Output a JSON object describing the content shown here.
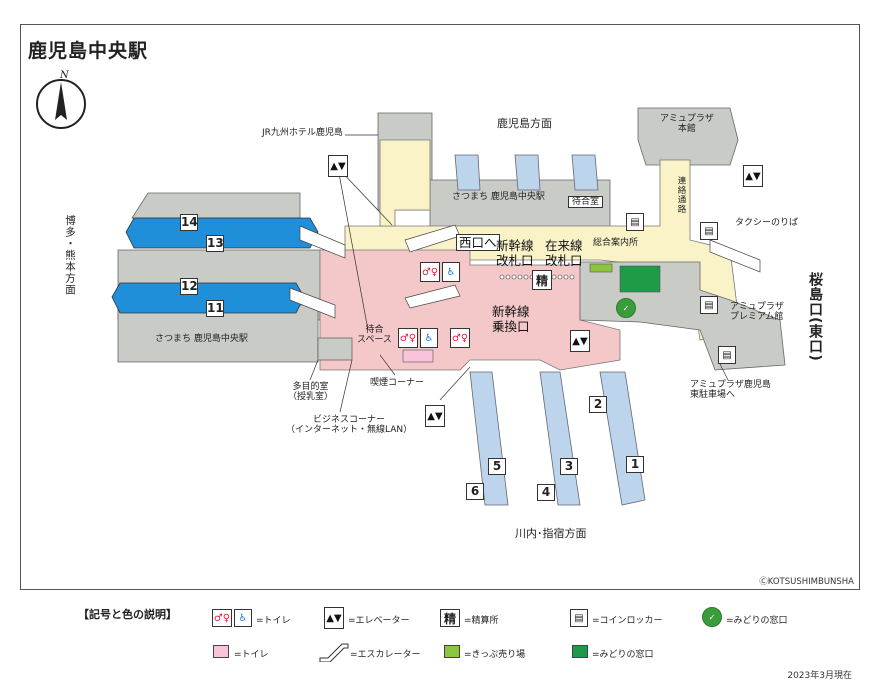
{
  "map": {
    "title": "鹿児島中央駅",
    "north_label": "N",
    "directions": {
      "kagoshima": "鹿児島方面",
      "sendai": "川内･指宿方面",
      "hakata": "博多・熊本方面",
      "sakurajima": "桜島口(東口)"
    },
    "platforms": [
      "14",
      "13",
      "12",
      "11",
      "1",
      "2",
      "3",
      "4",
      "5",
      "6"
    ],
    "gates": {
      "nishiguchi": "西口へ",
      "shinkansen_gate": "新幹線\n改札口",
      "zairaisen_gate": "在来線\n改札口",
      "shinkansen_transfer": "新幹線\n乗換口"
    },
    "facilities": {
      "hotel": "JR九州ホテル鹿児島",
      "amu_honkan": "アミュプラザ\n本館",
      "satsumachi_top": "さつまち 鹿児島中央駅",
      "satsumachi_left": "さつまち 鹿児島中央駅",
      "waiting_room": "待合室",
      "info_center": "総合案内所",
      "taxi": "タクシーのりば",
      "renraku": "連絡通路",
      "amu_premium": "アミュプラザ\nプレミアム館",
      "amu_parking": "アミュプラザ鹿児島\n東駐車場へ",
      "machiai_space": "待合\nスペース",
      "smoking": "喫煙コーナー",
      "multipurpose": "多目的室\n（授乳室）",
      "business": "ビジネスコーナー\n（インターネット・無線LAN）"
    },
    "copyright": "ⒸKOTSUSHIMBUNSHA",
    "date": "2023年3月現在"
  },
  "legend": {
    "title": "【記号と色の説明】",
    "toilet": "=トイレ",
    "elevator": "=エレベーター",
    "seisan": "=精算所",
    "locker": "=コインロッカー",
    "midori": "=みどりの窓口",
    "toilet_area": "=トイレ",
    "escalator": "=エスカレーター",
    "kippu": "=きっぷ売り場",
    "midori_area": "=みどりの窓口",
    "seisan_glyph": "精"
  },
  "colors": {
    "concourse_pink": "#f4c8c8",
    "walkway_yellow": "#fbf3c8",
    "building_gray": "#c9cbc6",
    "platform_blue": "#bcd4ec",
    "shinkansen_blue": "#1e8fd8",
    "ticket_green": "#8cc63f",
    "midori_green": "#1e9a48",
    "toilet_pink": "#f7c4dc"
  }
}
